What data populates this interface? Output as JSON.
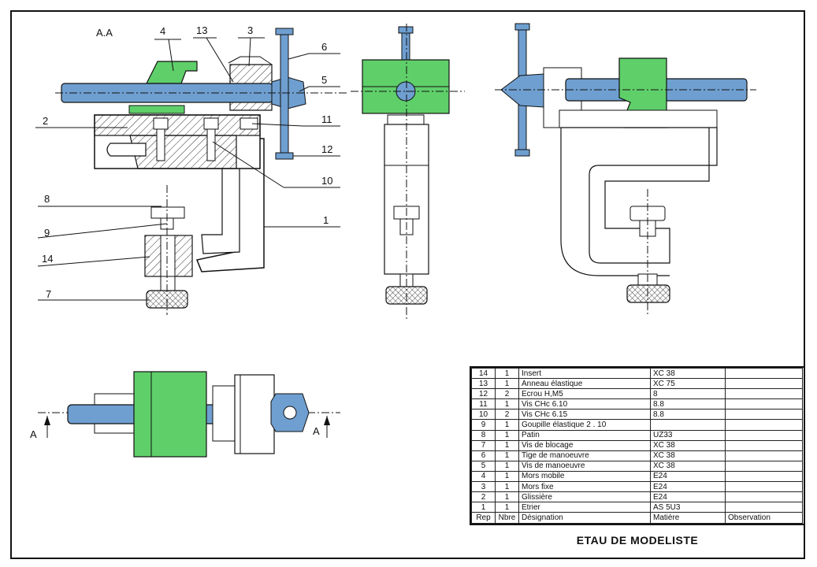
{
  "drawing": {
    "section_label": "A.A",
    "title": "ETAU DE MODELISTE",
    "section_markers": [
      "A",
      "A"
    ],
    "callouts": [
      "4",
      "13",
      "3",
      "6",
      "5",
      "2",
      "11",
      "12",
      "10",
      "8",
      "1",
      "9",
      "14",
      "7"
    ],
    "colors": {
      "green_parts": "#5fcf6a",
      "blue_parts": "#6f9fd0",
      "ink": "#111111",
      "hatch": "#333333"
    }
  },
  "bom": {
    "headers": [
      "Rep",
      "Nbre",
      "Désignation",
      "Matière",
      "Observation"
    ],
    "rows": [
      [
        "14",
        "1",
        "Insert",
        "XC 38",
        ""
      ],
      [
        "13",
        "1",
        "Anneau élastique",
        "XC 75",
        ""
      ],
      [
        "12",
        "2",
        "Ecrou H,M5",
        "8",
        ""
      ],
      [
        "11",
        "1",
        "Vis CHc 6.10",
        "8.8",
        ""
      ],
      [
        "10",
        "2",
        "Vis CHc 6.15",
        "8.8",
        ""
      ],
      [
        "9",
        "1",
        "Goupille élastique 2 . 10",
        "",
        ""
      ],
      [
        "8",
        "1",
        "Patin",
        "UZ33",
        ""
      ],
      [
        "7",
        "1",
        "Vis de blocage",
        "XC 38",
        ""
      ],
      [
        "6",
        "1",
        "Tige de manoeuvre",
        "XC 38",
        ""
      ],
      [
        "5",
        "1",
        "Vis de manoeuvre",
        "XC 38",
        ""
      ],
      [
        "4",
        "1",
        "Mors mobile",
        "E24",
        ""
      ],
      [
        "3",
        "1",
        "Mors fixe",
        "E24",
        ""
      ],
      [
        "2",
        "1",
        "Glissière",
        "E24",
        ""
      ],
      [
        "1",
        "1",
        "Etrier",
        "AS 5U3",
        ""
      ]
    ]
  }
}
